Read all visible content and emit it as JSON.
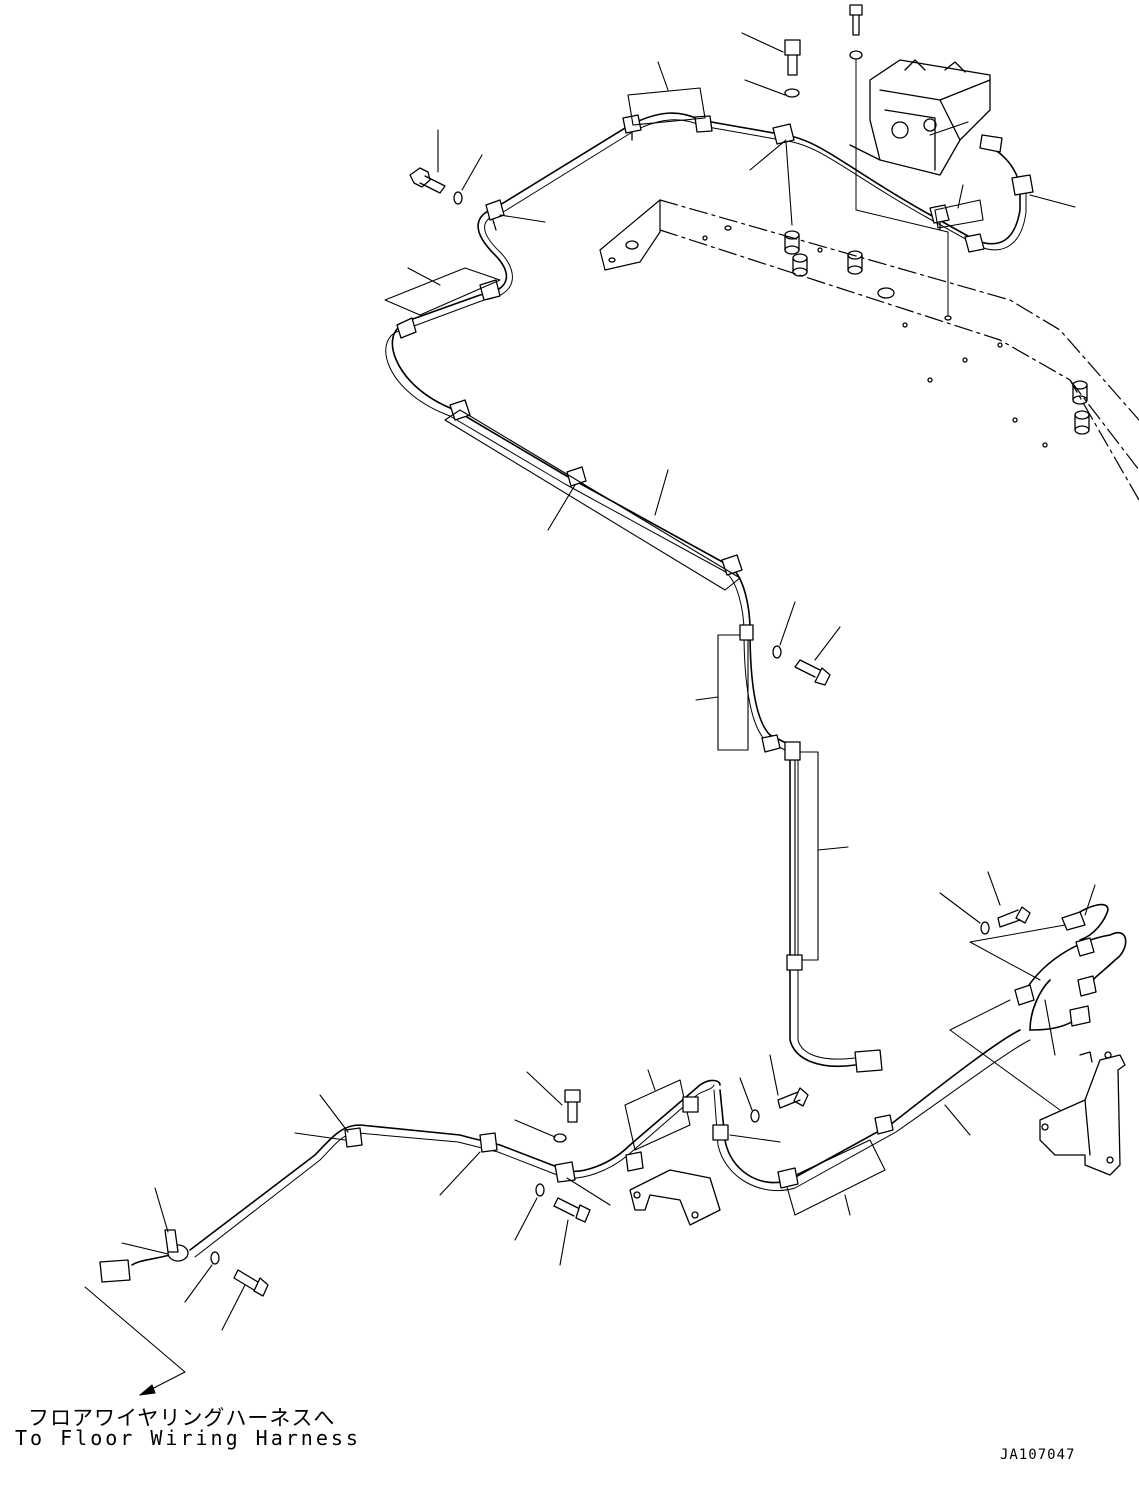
{
  "annotation": {
    "japanese": "フロアワイヤリングハーネスへ",
    "english": "To Floor Wiring Harness"
  },
  "drawing_number": "JA107047"
}
